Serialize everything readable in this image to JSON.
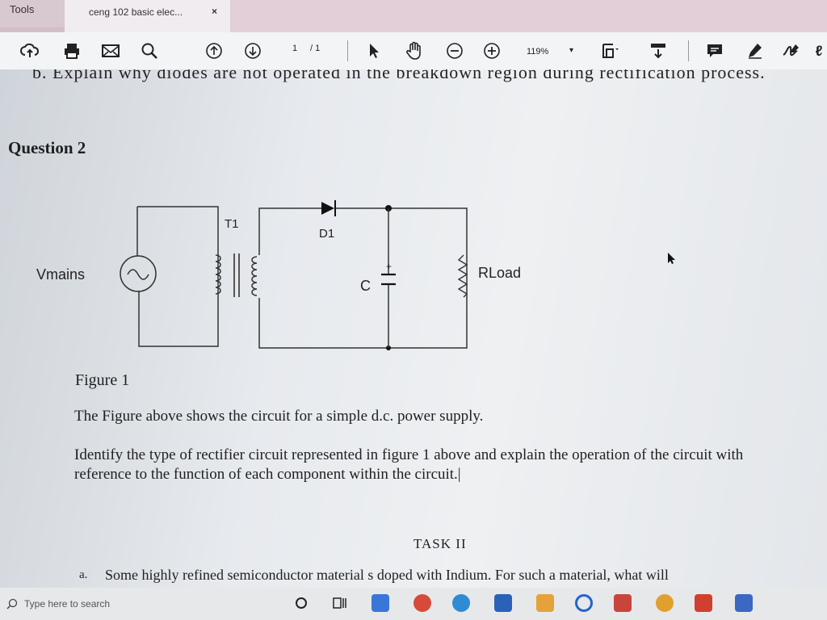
{
  "tabs": {
    "tools_label": "Tools",
    "doc_label": "ceng 102 basic elec...",
    "close_glyph": "×"
  },
  "toolbar": {
    "page_current": "1",
    "page_total": "/ 1",
    "zoom": "119%",
    "icons": [
      "upload-icon",
      "print-icon",
      "email-icon",
      "search-icon",
      "page-up-icon",
      "page-down-icon",
      "pointer-icon",
      "hand-icon",
      "zoom-out-icon",
      "zoom-in-icon",
      "fit-page-icon",
      "scroll-mode-icon",
      "comment-icon",
      "highlight-icon",
      "sign-icon"
    ]
  },
  "document": {
    "cut_line": "b.   Explain why diodes are not operated in the breakdown region during rectification process.",
    "question_heading": "Question 2",
    "figure": {
      "source_label": "Vmains",
      "transformer_label": "T1",
      "diode_label": "D1",
      "capacitor_label": "C",
      "capacitor_plus": "+",
      "load_label": "RLoad"
    },
    "figure_caption": "Figure 1",
    "para1": "The Figure above shows the circuit for a simple d.c. power supply.",
    "para2": "Identify the type of rectifier circuit represented in figure 1 above and explain the operation of the circuit with reference to the function of each component within the circuit.|",
    "task_heading": "TASK II",
    "item_a_label": "a.",
    "item_a_text": "Some highly refined semiconductor material s doped with Indium. For such a material, what will"
  },
  "taskbar": {
    "search_placeholder": "Type here to search",
    "app_icons": [
      "cortana-icon",
      "task-view-icon",
      "edge-icon",
      "chrome-icon",
      "edge-legacy-icon",
      "store-icon",
      "mail-icon",
      "opera-icon",
      "media-icon",
      "chrome-alt-icon",
      "office-icon",
      "photos-icon"
    ]
  }
}
